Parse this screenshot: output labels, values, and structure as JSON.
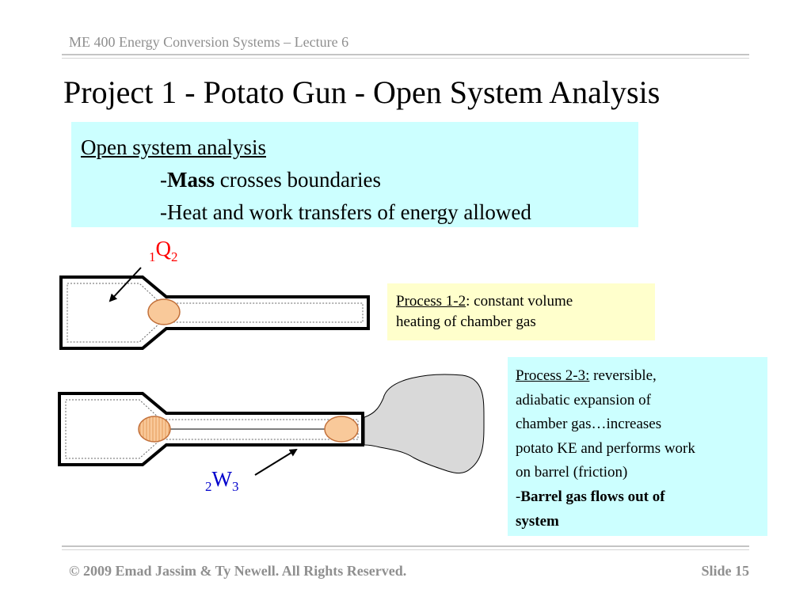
{
  "header": {
    "course": "ME 400 Energy Conversion Systems – Lecture 6"
  },
  "title": "Project 1 - Potato Gun - Open System Analysis",
  "open_system_box": {
    "heading": "Open system analysis",
    "line1_prefix": "-",
    "line1_bold": "Mass",
    "line1_rest": " crosses boundaries",
    "line2": "-Heat and work transfers of energy allowed"
  },
  "process_1_2": {
    "label": "Process 1-2",
    "text_rest": ": constant volume",
    "line2": "heating of chamber gas"
  },
  "process_2_3": {
    "label": "Process 2-3:",
    "text_rest": " reversible,",
    "lines": [
      "adiabatic expansion of",
      "chamber gas…increases",
      "potato KE and performs work",
      "on barrel (friction)"
    ],
    "bold_prefix": "-",
    "bold_text": "Barrel gas flows out of",
    "bold_text2": "system"
  },
  "labels": {
    "heat": {
      "pre": "1",
      "main": "Q",
      "post": "2",
      "color": "#ff0000"
    },
    "work": {
      "pre": "2",
      "main": "W",
      "post": "3",
      "color": "#0000cc"
    }
  },
  "colors": {
    "potato": "#f9c99a",
    "gas_cloud": "#d9d9d9",
    "box_cyan": "#ccffff",
    "box_yellow": "#ffffcc"
  },
  "footer": {
    "copyright": "© 2009 Emad Jassim & Ty Newell.  All Rights Reserved.",
    "slide": "Slide 15"
  }
}
